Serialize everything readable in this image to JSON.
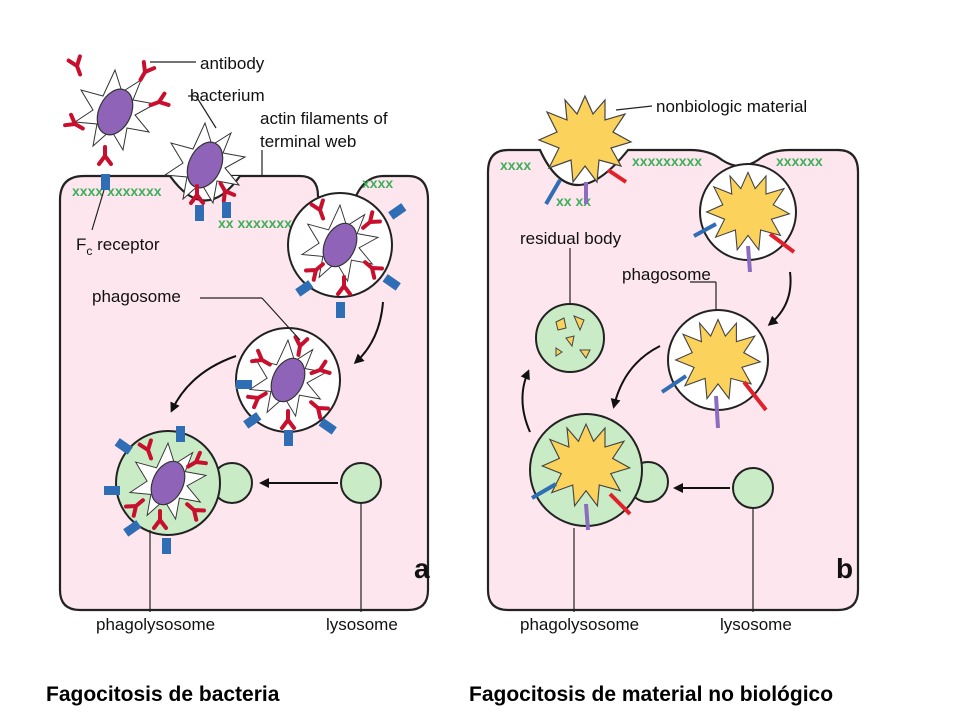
{
  "panel_a": {
    "letter": "a",
    "labels": {
      "antibody": "antibody",
      "bacterium": "bacterium",
      "actin_1": "actin filaments of",
      "actin_2": "terminal web",
      "fc_receptor_f": "F",
      "fc_receptor_sub": "c",
      "fc_receptor_rest": " receptor",
      "phagosome": "phagosome",
      "phagolysosome": "phagolysosome",
      "lysosome": "lysosome"
    }
  },
  "panel_b": {
    "letter": "b",
    "labels": {
      "nonbiologic": "nonbiologic material",
      "residual_body": "residual body",
      "phagosome": "phagosome",
      "phagolysosome": "phagolysosome",
      "lysosome": "lysosome"
    }
  },
  "captions": {
    "left": "Fagocitosis de bacteria",
    "right": "Fagocitosis de material no biológico"
  },
  "colors": {
    "cytoplasm": "#fde6ee",
    "membrane": "#222222",
    "bacterium": "#8e63b8",
    "antibody": "#c8102e",
    "receptor": "#2f6db5",
    "lysosome": "#c9ebc6",
    "particle": "#fbd35c",
    "actin": "#3fae5a",
    "pin_red": "#e0202a",
    "pin_blue": "#2f6db5",
    "pin_purple": "#8a6cc0"
  }
}
